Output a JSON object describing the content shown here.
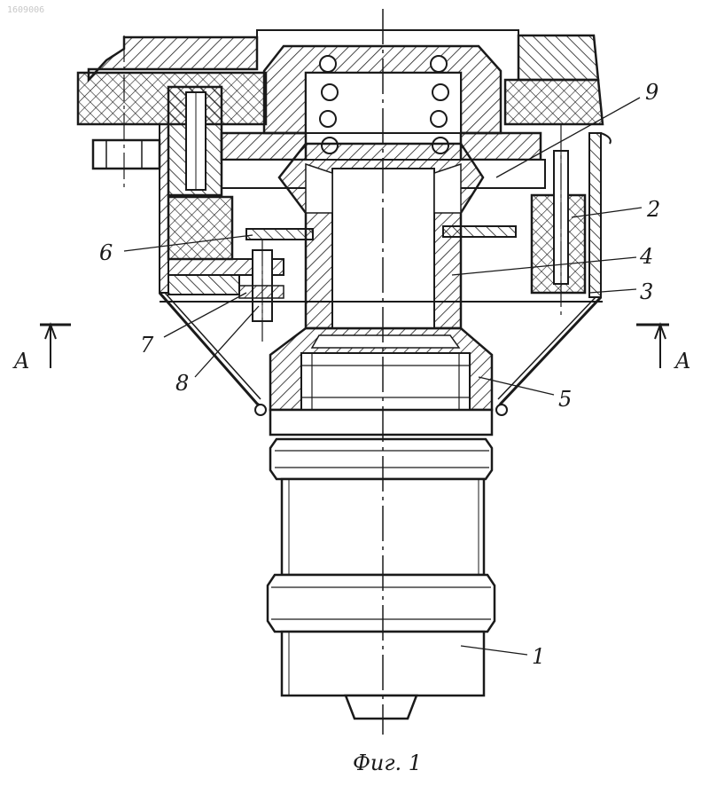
{
  "stamp": "1609006",
  "labels": {
    "part_1": "1",
    "part_2": "2",
    "part_3": "3",
    "part_4": "4",
    "part_5": "5",
    "part_6": "6",
    "part_7": "7",
    "part_8": "8",
    "part_9": "9"
  },
  "section": {
    "left": "A",
    "right": "A"
  },
  "caption": "Фиг. 1",
  "colors": {
    "ink": "#1a1a1a",
    "paper": "#ffffff"
  }
}
